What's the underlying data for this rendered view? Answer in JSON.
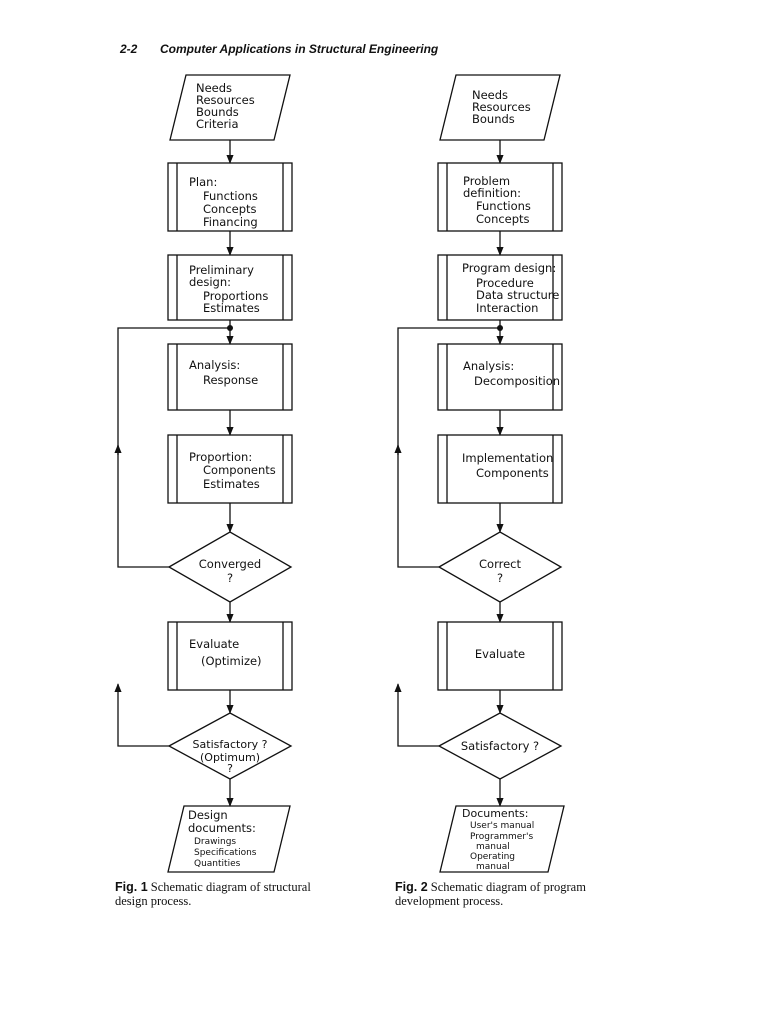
{
  "header": {
    "page_number": "2-2",
    "book_title": "Computer Applications in Structural Engineering"
  },
  "figure1": {
    "input": [
      "Needs",
      "Resources",
      "Bounds",
      "Criteria"
    ],
    "plan": [
      "Plan:",
      "Functions",
      "Concepts",
      "Financing"
    ],
    "preliminary": [
      "Preliminary",
      "design:",
      "Proportions",
      "Estimates"
    ],
    "analysis": [
      "Analysis:",
      "Response"
    ],
    "proportion": [
      "Proportion:",
      "Components",
      "Estimates"
    ],
    "converged": [
      "Converged",
      "?"
    ],
    "evaluate": [
      "Evaluate",
      "(Optimize)"
    ],
    "satisfactory": [
      "Satisfactory ?",
      "(Optimum)",
      "?"
    ],
    "output": [
      "Design",
      "documents:",
      "Drawings",
      "Specifications",
      "Quantities"
    ],
    "caption_label": "Fig. 1",
    "caption_text": "Schematic diagram of structural design process."
  },
  "figure2": {
    "input": [
      "Needs",
      "Resources",
      "Bounds"
    ],
    "problem": [
      "Problem",
      "definition:",
      "Functions",
      "Concepts"
    ],
    "program": [
      "Program design:",
      "Procedure",
      "Data structure",
      "Interaction"
    ],
    "analysis": [
      "Analysis:",
      "Decomposition"
    ],
    "implementation": [
      "Implementation",
      "Components"
    ],
    "correct": [
      "Correct",
      "?"
    ],
    "evaluate": [
      "Evaluate"
    ],
    "satisfactory": [
      "Satisfactory ?"
    ],
    "output": [
      "Documents:",
      "User's manual",
      "Programmer's",
      "manual",
      "Operating",
      "manual"
    ],
    "caption_label": "Fig. 2",
    "caption_text": "Schematic diagram of program development process."
  }
}
